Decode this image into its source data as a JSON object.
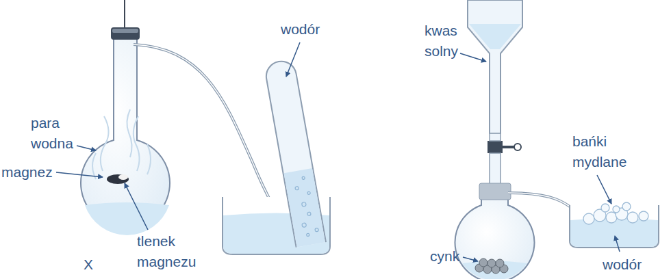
{
  "diagram": {
    "labels": [
      "para wodna",
      "magnez",
      "tlenek magnezu",
      "X",
      "wodór",
      "kwas solny",
      "bańki mydlane",
      "cynk",
      "wodór"
    ]
  }
}
